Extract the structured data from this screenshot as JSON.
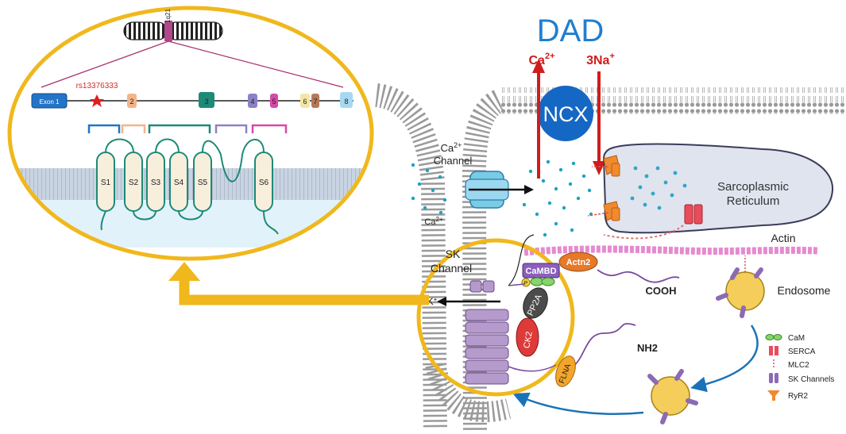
{
  "diagram": {
    "title": "DAD",
    "top_labels": {
      "ca": "Ca",
      "ca_sup": "2+",
      "na": "3Na",
      "na_sup": "+"
    },
    "exchanger": "NCX",
    "ca_channel": {
      "line1": "Ca",
      "line1_sup": "2+",
      "line2": "Channel",
      "ion": "Ca",
      "ion_sup": "2+"
    },
    "sr": {
      "line1": "Sarcoplasmic",
      "line2": "Reticulum"
    },
    "actin": "Actin",
    "endosome": "Endosome",
    "cooh": "COOH",
    "nh2": "NH2",
    "sk": {
      "line1": "SK",
      "line2": "Channel",
      "ion": "K",
      "ion_sup": "+"
    },
    "proteins": {
      "camb": "CaMBD",
      "actn2": "Actn2",
      "pp2a": "PP2A",
      "ck2": "CK2",
      "flna": "FLNA",
      "p": "P"
    },
    "chromosome_band": "1q21",
    "snp": "rs13376333",
    "exons": [
      "Exon 1",
      "2",
      "3",
      "4",
      "5",
      "6",
      "7",
      "8"
    ],
    "segments": [
      "S1",
      "S2",
      "S3",
      "S4",
      "S5",
      "S6"
    ],
    "legend": [
      "CaM",
      "SERCA",
      "MLC2",
      "SK Channels",
      "RyR2"
    ]
  }
}
